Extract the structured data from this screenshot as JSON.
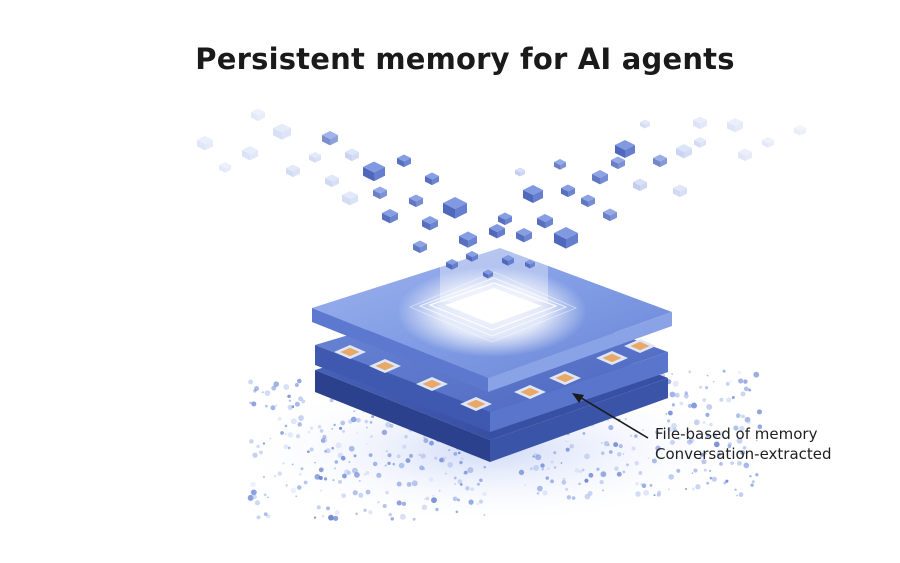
{
  "title": "Persistent memory for AI agents",
  "callout": {
    "line1": "File-based of memory",
    "line2": "Conversation-extracted"
  },
  "colors": {
    "top_layer": "#7f9be4",
    "middle_layer": "#5874c8",
    "bottom_layer": "#3b55ab",
    "cube": "#4f6cc9",
    "chip": "#e8a868",
    "glow": "#ffffff",
    "text": "#1a1a1a"
  },
  "icons": [
    "memory-chip-stack-illustration",
    "data-cube-icon",
    "arrow-pointer-icon"
  ]
}
